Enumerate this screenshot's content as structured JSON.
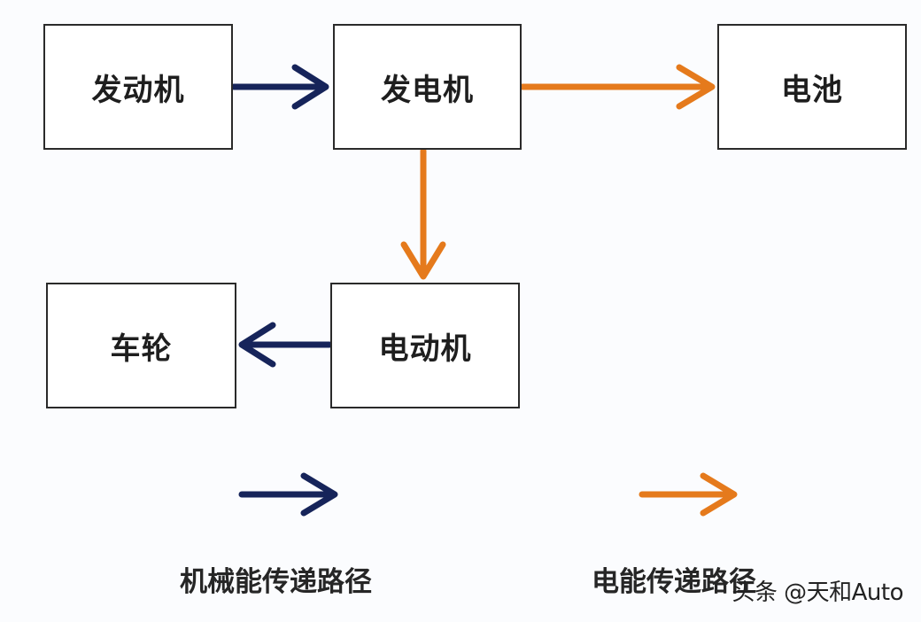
{
  "nodes": {
    "engine": "发动机",
    "generator": "发电机",
    "battery": "电池",
    "motor": "电动机",
    "wheels": "车轮"
  },
  "legend": {
    "mechanical": "机械能传递路径",
    "electrical": "电能传递路径"
  },
  "colors": {
    "mechanical_arrow": "#16245a",
    "electrical_arrow": "#e57a1c"
  },
  "watermark": "头条 @天和Auto"
}
